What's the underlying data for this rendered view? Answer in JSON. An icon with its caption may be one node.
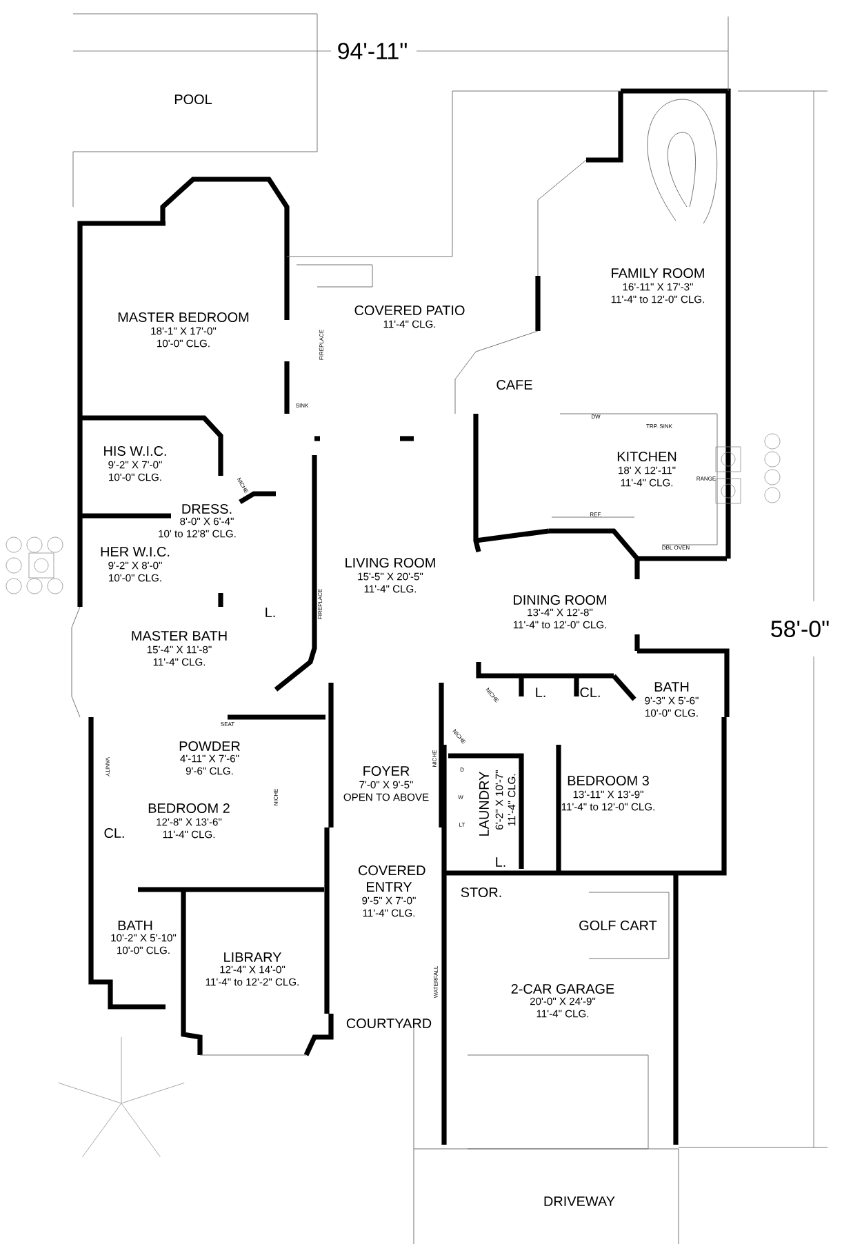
{
  "diagram": {
    "labels": [
      "94'-11\"",
      "POOL",
      "COVERED PATIO",
      "11'-4\" CLG.",
      "FAMILY ROOM",
      "16'-11\" X 17'-3\"",
      "11'-4\" to 12'-0\" CLG.",
      "MASTER BEDROOM",
      "18'-1\" X 17'-0\"",
      "10'-0\" CLG.",
      "FIREPLACE",
      "SINK",
      "CAFE",
      "DW",
      "TRP. SINK",
      "KITCHEN",
      "18' X 12'-11\"",
      "11'-4\" CLG.",
      "RANGE",
      "REF.",
      "DBL OVEN",
      "HIS W.I.C.",
      "9'-2\" X 7'-0\"",
      "10'-0\" CLG.",
      "NICHE",
      "DRESS.",
      "8'-0\" X 6'-4\"",
      "10' to 12'8\" CLG.",
      "HER W.I.C.",
      "9'-2\" X 8'-0\"",
      "10'-0\" CLG.",
      "LIVING ROOM",
      "15'-5\" X 20'-5\"",
      "11'-4\" CLG.",
      "DINING ROOM",
      "13'-4\" X 12'-8\"",
      "11'-4\" to 12'-0\" CLG.",
      "L.",
      "FIREPLACE",
      "MASTER BATH",
      "15'-4\" X 11'-8\"",
      "11'-4\" CLG.",
      "L.",
      "CL.",
      "BATH",
      "9'-3\" X 5'-6\"",
      "10'-0\" CLG.",
      "NICHE",
      "NICHE",
      "SEAT",
      "POWDER",
      "4'-11\" X 7'-6\"",
      "9'-6\" CLG.",
      "VANITY",
      "FOYER",
      "7'-0\" X 9'-5\"",
      "OPEN TO ABOVE",
      "NICHE",
      "NICHE",
      "BEDROOM 2",
      "12'-8\" X 13'-6\"",
      "11'-4\" CLG.",
      "LAUNDRY",
      "6'-2\" X 10'-7\"",
      "11'-4\" CLG.",
      "D",
      "W",
      "LT",
      "BEDROOM 3",
      "13'-11\" X 13'-9\"",
      "11'-4\" to 12'-0\" CLG.",
      "CL.",
      "COVERED ENTRY",
      "9'-5\" X 7'-0\"",
      "11'-4\" CLG.",
      "L.",
      "STOR.",
      "BATH",
      "GOLF CART",
      "10'-2\" X 5'-10\"",
      "10'-0\" CLG.",
      "LIBRARY",
      "12'-4\" X 14'-0\"",
      "11'-4\" to 12'-2\" CLG.",
      "2-CAR GARAGE",
      "20'-0\" X 24'-9\"",
      "11'-4\" CLG.",
      "COURTYARD",
      "WATERFALL",
      "58'-0\"",
      "DRIVEWAY"
    ]
  }
}
